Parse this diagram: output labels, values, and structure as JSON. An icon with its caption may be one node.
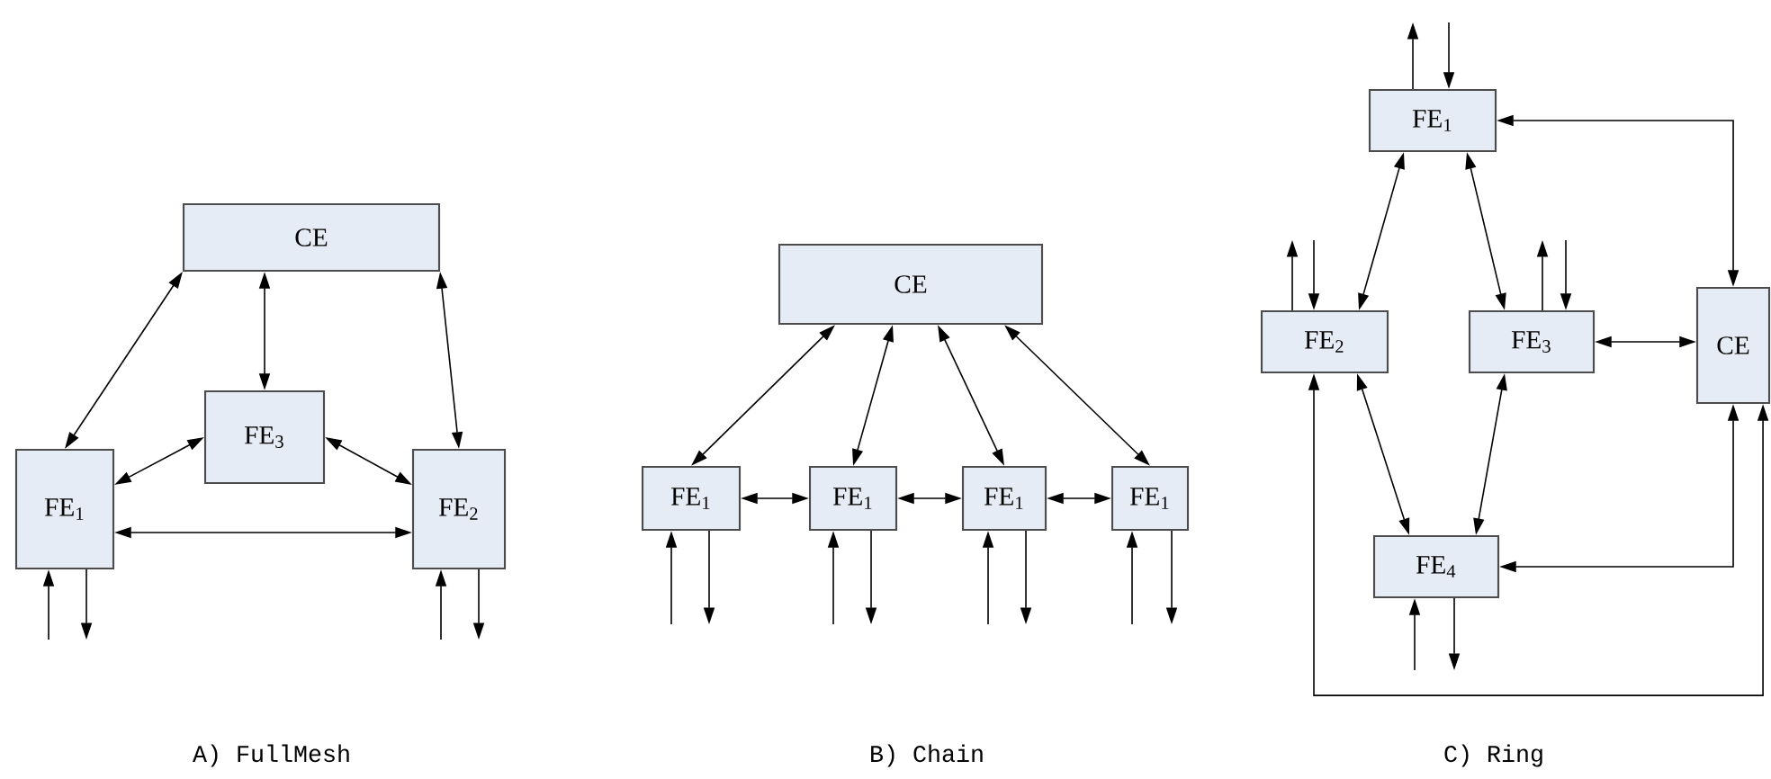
{
  "diagram": {
    "nodes": [
      {
        "text": [
          "CE"
        ]
      },
      {
        "text": [
          "FE$_{3}$"
        ]
      },
      {
        "text": [
          "FE$_{1}$"
        ]
      },
      {
        "text": [
          "FE$_{2}$"
        ]
      },
      {
        "text": [
          "CE"
        ]
      },
      {
        "text": [
          "FE$_{1}$"
        ]
      },
      {
        "text": [
          "FE$_{1}$"
        ]
      },
      {
        "text": [
          "FE$_{1}$"
        ]
      },
      {
        "text": [
          "FE$_{1}$"
        ]
      },
      {
        "text": [
          "FE$_{1}$"
        ]
      },
      {
        "text": [
          "FE$_{2}$"
        ]
      },
      {
        "text": [
          "FE$_{3}$"
        ]
      },
      {
        "text": [
          "CE"
        ]
      },
      {
        "text": [
          "FE$_{4}$"
        ]
      }
    ],
    "edges": [
      {
        "from": 0,
        "to": 2,
        "arrow": "both"
      },
      {
        "from": 0,
        "to": 1,
        "arrow": "both"
      },
      {
        "from": 0,
        "to": 3,
        "arrow": "both"
      },
      {
        "from": 2,
        "to": 1,
        "arrow": "both"
      },
      {
        "from": 1,
        "to": 3,
        "arrow": "both"
      },
      {
        "from": 2,
        "to": 3,
        "arrow": "both"
      },
      {
        "from": null,
        "to": 2,
        "arrow": "to"
      },
      {
        "from": 2,
        "to": null,
        "arrow": "to"
      },
      {
        "from": null,
        "to": 3,
        "arrow": "to"
      },
      {
        "from": 3,
        "to": null,
        "arrow": "to"
      },
      {
        "from": 4,
        "to": 5,
        "arrow": "both"
      },
      {
        "from": 4,
        "to": 6,
        "arrow": "both"
      },
      {
        "from": 4,
        "to": 7,
        "arrow": "both"
      },
      {
        "from": 4,
        "to": 8,
        "arrow": "both"
      },
      {
        "from": 5,
        "to": 6,
        "arrow": "both"
      },
      {
        "from": 6,
        "to": 7,
        "arrow": "both"
      },
      {
        "from": 7,
        "to": 8,
        "arrow": "both"
      },
      {
        "from": null,
        "to": 5,
        "arrow": "to"
      },
      {
        "from": 5,
        "to": null,
        "arrow": "to"
      },
      {
        "from": null,
        "to": 6,
        "arrow": "to"
      },
      {
        "from": 6,
        "to": null,
        "arrow": "to"
      },
      {
        "from": null,
        "to": 7,
        "arrow": "to"
      },
      {
        "from": 7,
        "to": null,
        "arrow": "to"
      },
      {
        "from": null,
        "to": 8,
        "arrow": "to"
      },
      {
        "from": 8,
        "to": null,
        "arrow": "to"
      },
      {
        "from": 9,
        "to": 10,
        "arrow": "both"
      },
      {
        "from": 9,
        "to": 11,
        "arrow": "both"
      },
      {
        "from": 9,
        "to": 12,
        "arrow": "both"
      },
      {
        "from": 10,
        "to": 13,
        "arrow": "both"
      },
      {
        "from": 11,
        "to": 13,
        "arrow": "both"
      },
      {
        "from": 11,
        "to": 12,
        "arrow": "both"
      },
      {
        "from": 13,
        "to": 12,
        "arrow": "both"
      },
      {
        "from": 10,
        "to": 12,
        "arrow": "both"
      },
      {
        "from": 9,
        "to": null,
        "arrow": "to"
      },
      {
        "from": null,
        "to": 9,
        "arrow": "to"
      },
      {
        "from": 10,
        "to": null,
        "arrow": "to"
      },
      {
        "from": null,
        "to": 10,
        "arrow": "to"
      },
      {
        "from": 11,
        "to": null,
        "arrow": "to"
      },
      {
        "from": null,
        "to": 11,
        "arrow": "to"
      },
      {
        "from": null,
        "to": 13,
        "arrow": "to"
      },
      {
        "from": 13,
        "to": null,
        "arrow": "to"
      }
    ],
    "labels": [
      "A) FullMesh",
      "B) Chain",
      "C) Ring"
    ]
  }
}
